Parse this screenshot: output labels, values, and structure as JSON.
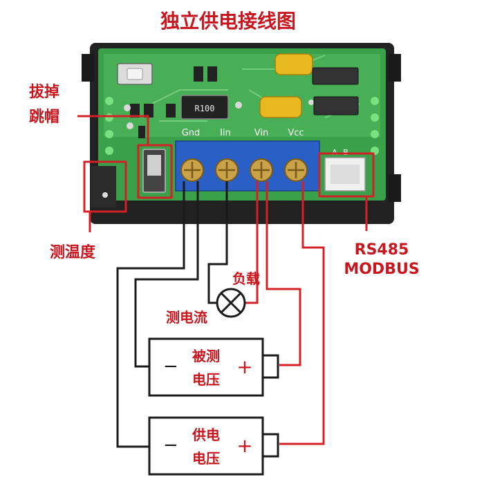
{
  "title": "独立供电接线图",
  "callouts": {
    "jumper": [
      "拔掉",
      "跳帽"
    ],
    "temp": "测温度",
    "rs485": [
      "RS485",
      "MODBUS"
    ],
    "load": "负载",
    "current": "测电流"
  },
  "board": {
    "resistor_code": "R100",
    "terminal_labels": [
      "Gnd",
      "Iin",
      "Vin",
      "Vcc"
    ],
    "port_pin_labels": [
      "A",
      "B"
    ]
  },
  "batteries": [
    {
      "label_top": "被测",
      "label_bottom": "电压",
      "minus": "−",
      "plus": "+"
    },
    {
      "label_top": "供电",
      "label_bottom": "电压",
      "minus": "−",
      "plus": "+"
    }
  ],
  "colors": {
    "board_green": "#3aa04a",
    "board_green_light": "#5cc067",
    "bezel": "#222222",
    "terminal_blue": "#2a5fc6",
    "screw_gold": "#c9a24a",
    "capacitor_yellow": "#e8b820",
    "callout_red": "#d42027",
    "wire_black": "#1a1a1a",
    "text_red": "#c8161e"
  }
}
